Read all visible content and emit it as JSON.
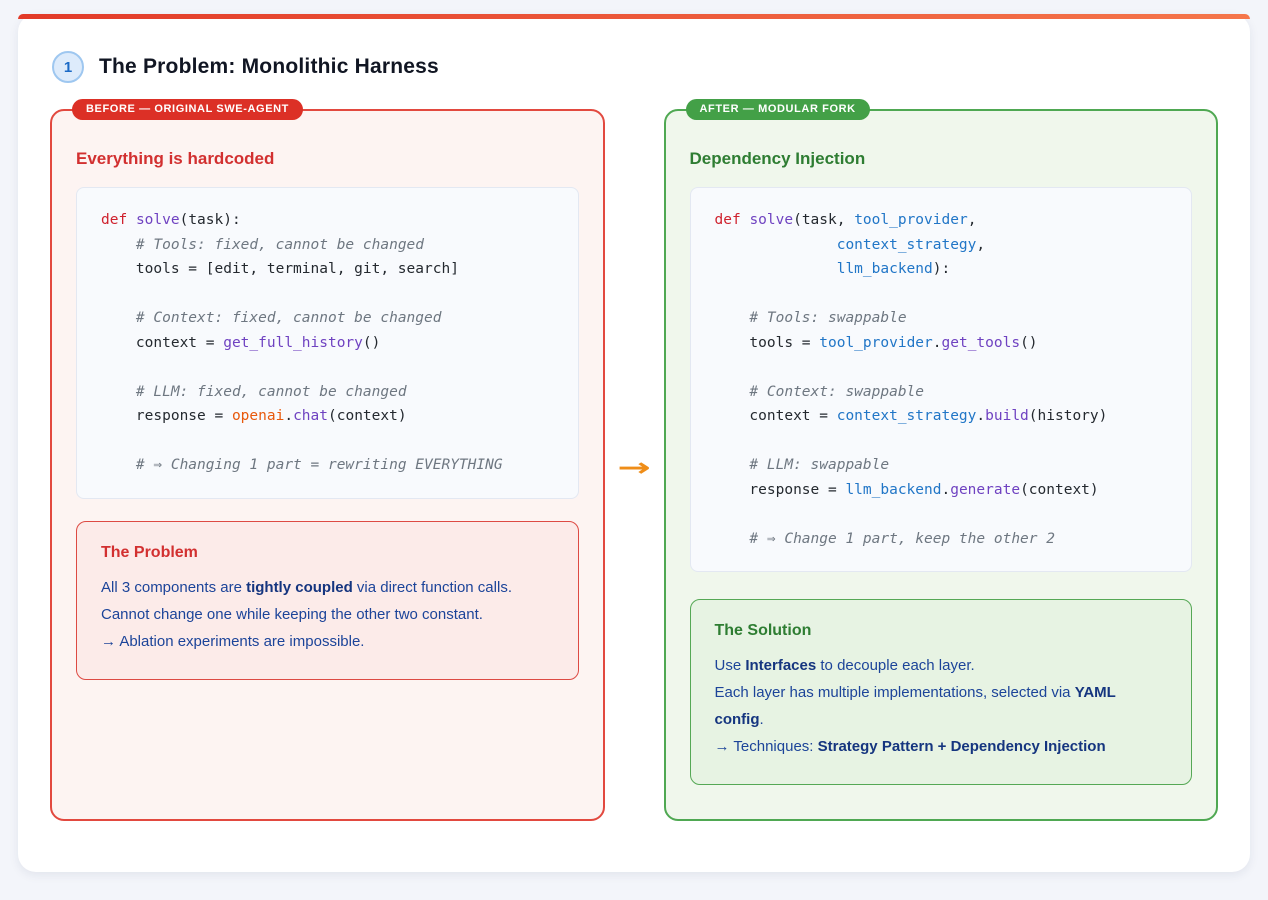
{
  "header": {
    "step_number": "1",
    "title": "The Problem: Monolithic Harness"
  },
  "arrow": {
    "glyph": "→",
    "color": "#ef8d18"
  },
  "theme": {
    "accent_gradient_start": "#e23a28",
    "accent_gradient_end": "#f5764a",
    "before_accent": "#dc3026",
    "after_accent": "#43a047",
    "note_text_color": "#1c4499",
    "code_keyword": "#cf222e",
    "code_function": "#6f42c1",
    "code_variable": "#2176c7",
    "code_module": "#e8590c",
    "code_comment": "#6e7781"
  },
  "before_panel": {
    "badge": "BEFORE — ORIGINAL SWE-AGENT",
    "heading": "Everything is hardcoded",
    "code": [
      [
        {
          "t": "def",
          "c": "kw"
        },
        {
          "t": " "
        },
        {
          "t": "solve",
          "c": "fn"
        },
        {
          "t": "(task):"
        }
      ],
      [
        {
          "t": "    "
        },
        {
          "t": "# Tools: fixed, cannot be changed",
          "c": "cm"
        }
      ],
      [
        {
          "t": "    tools = [edit, terminal, git, search]"
        }
      ],
      [],
      [
        {
          "t": "    "
        },
        {
          "t": "# Context: fixed, cannot be changed",
          "c": "cm"
        }
      ],
      [
        {
          "t": "    context = "
        },
        {
          "t": "get_full_history",
          "c": "fn"
        },
        {
          "t": "()"
        }
      ],
      [],
      [
        {
          "t": "    "
        },
        {
          "t": "# LLM: fixed, cannot be changed",
          "c": "cm"
        }
      ],
      [
        {
          "t": "    response = "
        },
        {
          "t": "openai",
          "c": "mod"
        },
        {
          "t": "."
        },
        {
          "t": "chat",
          "c": "fn"
        },
        {
          "t": "(context)"
        }
      ],
      [],
      [
        {
          "t": "    "
        },
        {
          "t": "# ⇒ Changing 1 part = rewriting EVERYTHING",
          "c": "cm"
        }
      ]
    ],
    "note": {
      "heading": "The Problem",
      "lines": [
        [
          {
            "t": "All 3 components are "
          },
          {
            "t": "tightly coupled",
            "b": true
          },
          {
            "t": " via direct function calls."
          }
        ],
        [
          {
            "t": "Cannot change one while keeping the other two constant."
          }
        ],
        [
          {
            "t": "→ Ablation experiments are impossible."
          }
        ]
      ]
    }
  },
  "after_panel": {
    "badge": "AFTER — MODULAR FORK",
    "heading": "Dependency Injection",
    "code": [
      [
        {
          "t": "def",
          "c": "kw"
        },
        {
          "t": " "
        },
        {
          "t": "solve",
          "c": "fn"
        },
        {
          "t": "(task, "
        },
        {
          "t": "tool_provider",
          "c": "var"
        },
        {
          "t": ","
        }
      ],
      [
        {
          "t": "              "
        },
        {
          "t": "context_strategy",
          "c": "var"
        },
        {
          "t": ","
        }
      ],
      [
        {
          "t": "              "
        },
        {
          "t": "llm_backend",
          "c": "var"
        },
        {
          "t": "):"
        }
      ],
      [],
      [
        {
          "t": "    "
        },
        {
          "t": "# Tools: swappable",
          "c": "cm"
        }
      ],
      [
        {
          "t": "    tools = "
        },
        {
          "t": "tool_provider",
          "c": "var"
        },
        {
          "t": "."
        },
        {
          "t": "get_tools",
          "c": "fn"
        },
        {
          "t": "()"
        }
      ],
      [],
      [
        {
          "t": "    "
        },
        {
          "t": "# Context: swappable",
          "c": "cm"
        }
      ],
      [
        {
          "t": "    context = "
        },
        {
          "t": "context_strategy",
          "c": "var"
        },
        {
          "t": "."
        },
        {
          "t": "build",
          "c": "fn"
        },
        {
          "t": "(history)"
        }
      ],
      [],
      [
        {
          "t": "    "
        },
        {
          "t": "# LLM: swappable",
          "c": "cm"
        }
      ],
      [
        {
          "t": "    response = "
        },
        {
          "t": "llm_backend",
          "c": "var"
        },
        {
          "t": "."
        },
        {
          "t": "generate",
          "c": "fn"
        },
        {
          "t": "(context)"
        }
      ],
      [],
      [
        {
          "t": "    "
        },
        {
          "t": "# ⇒ Change 1 part, keep the other 2",
          "c": "cm"
        }
      ]
    ],
    "note": {
      "heading": "The Solution",
      "lines": [
        [
          {
            "t": "Use "
          },
          {
            "t": "Interfaces",
            "b": true
          },
          {
            "t": " to decouple each layer."
          }
        ],
        [
          {
            "t": "Each layer has multiple implementations, selected via "
          },
          {
            "t": "YAML config",
            "b": true
          },
          {
            "t": "."
          }
        ],
        [
          {
            "t": "→ Techniques: "
          },
          {
            "t": "Strategy Pattern + Dependency Injection",
            "b": true
          }
        ]
      ]
    }
  }
}
